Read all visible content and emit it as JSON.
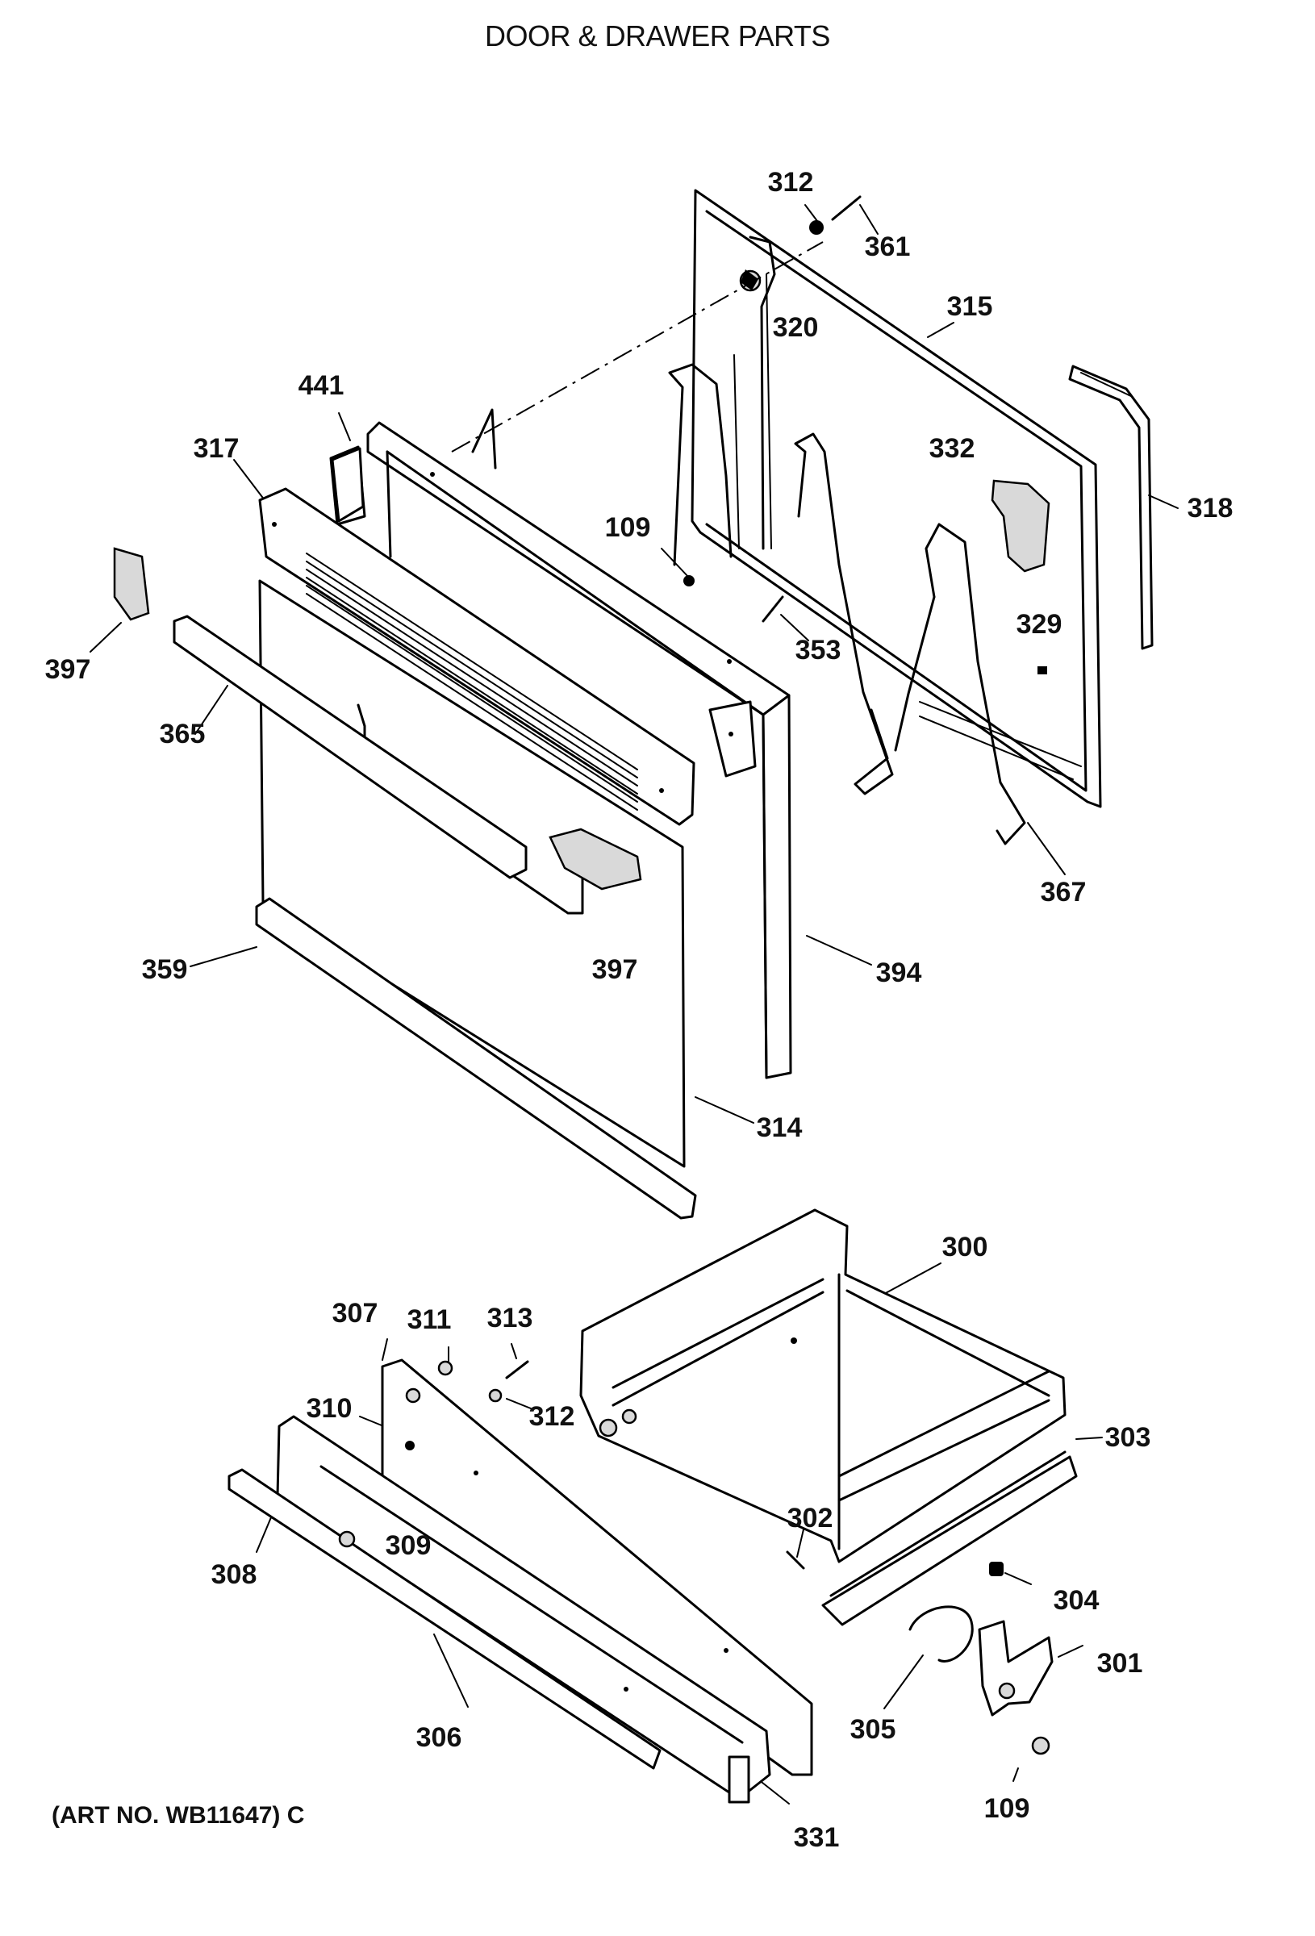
{
  "title": "DOOR & DRAWER PARTS",
  "art_number": "(ART NO. WB11647) C",
  "labels": {
    "p312a": "312",
    "p361": "361",
    "p320": "320",
    "p315": "315",
    "p318": "318",
    "p441": "441",
    "p317": "317",
    "p332": "332",
    "p109a": "109",
    "p397a": "397",
    "p353": "353",
    "p329": "329",
    "p365": "365",
    "p367": "367",
    "p359": "359",
    "p397b": "397",
    "p394": "394",
    "p314": "314",
    "p300": "300",
    "p307": "307",
    "p311": "311",
    "p313": "313",
    "p310": "310",
    "p312b": "312",
    "p303": "303",
    "p309": "309",
    "p308": "308",
    "p302": "302",
    "p304": "304",
    "p301": "301",
    "p305": "305",
    "p306": "306",
    "p109b": "109",
    "p331": "331"
  }
}
